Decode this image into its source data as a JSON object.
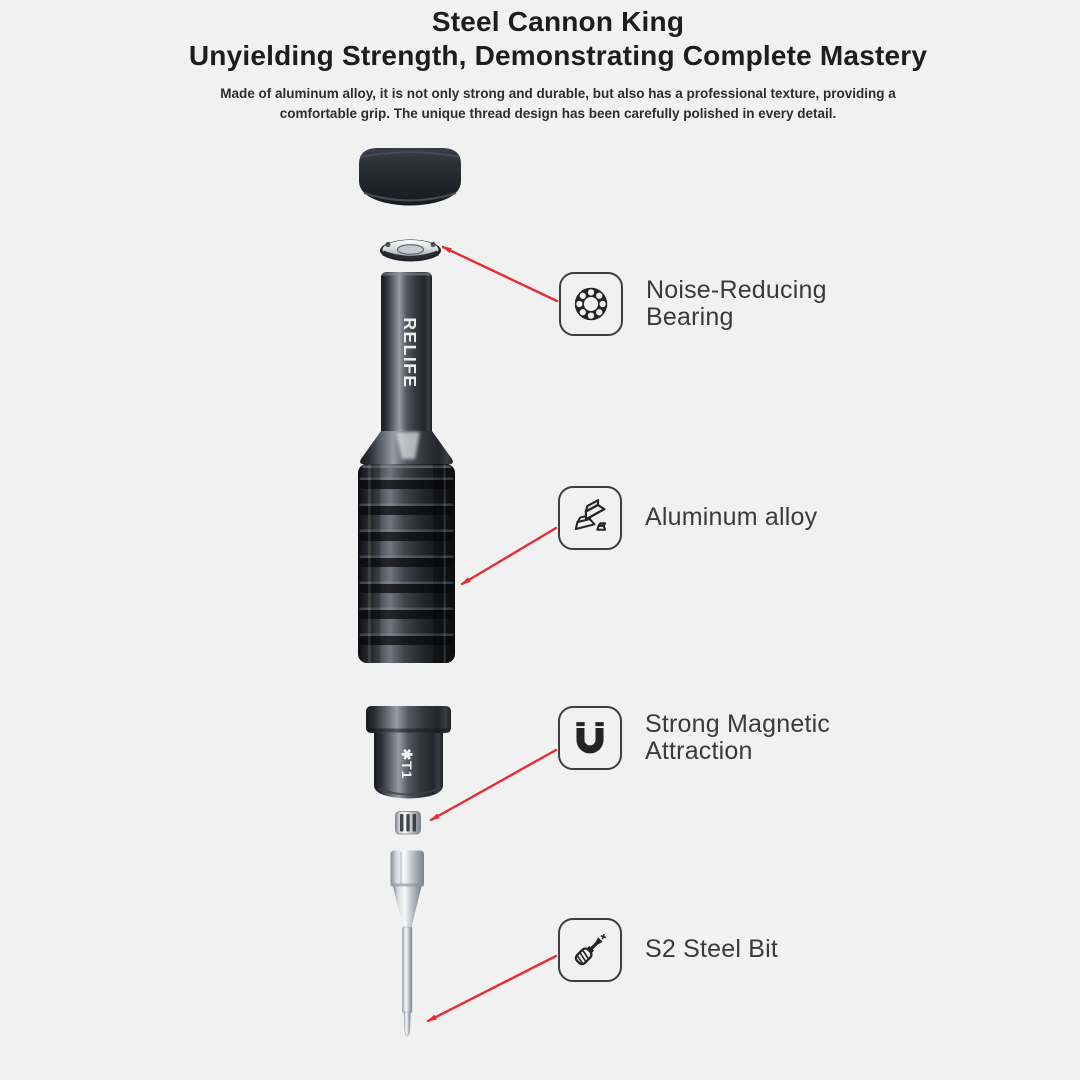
{
  "page": {
    "background_color": "#f1f1f2",
    "accent_color": "#e4232e"
  },
  "header": {
    "title": "Steel Cannon King",
    "subtitle": "Unyielding Strength, Demonstrating Complete Mastery",
    "description_line1": "Made of aluminum alloy, it is not only strong and durable, but also has a professional texture, providing a",
    "description_line2": "comfortable grip. The unique thread design has been carefully polished in every detail."
  },
  "product": {
    "brand_marking": "RELIFE",
    "bit_size_marking": "✱T1",
    "parts": [
      "end-cap",
      "noise-reducing-bearing",
      "handle-shaft",
      "aluminum-grip",
      "bit-holder",
      "magnet",
      "s2-steel-bit"
    ]
  },
  "callouts": [
    {
      "icon": "bearing-icon",
      "line1": "Noise-Reducing",
      "line2": "Bearing"
    },
    {
      "icon": "aluminum-ingots-icon",
      "line1": "Aluminum alloy"
    },
    {
      "icon": "magnet-icon",
      "line1": "Strong Magnetic",
      "line2": "Attraction"
    },
    {
      "icon": "screwdriver-icon",
      "line1": "S2 Steel Bit"
    }
  ]
}
